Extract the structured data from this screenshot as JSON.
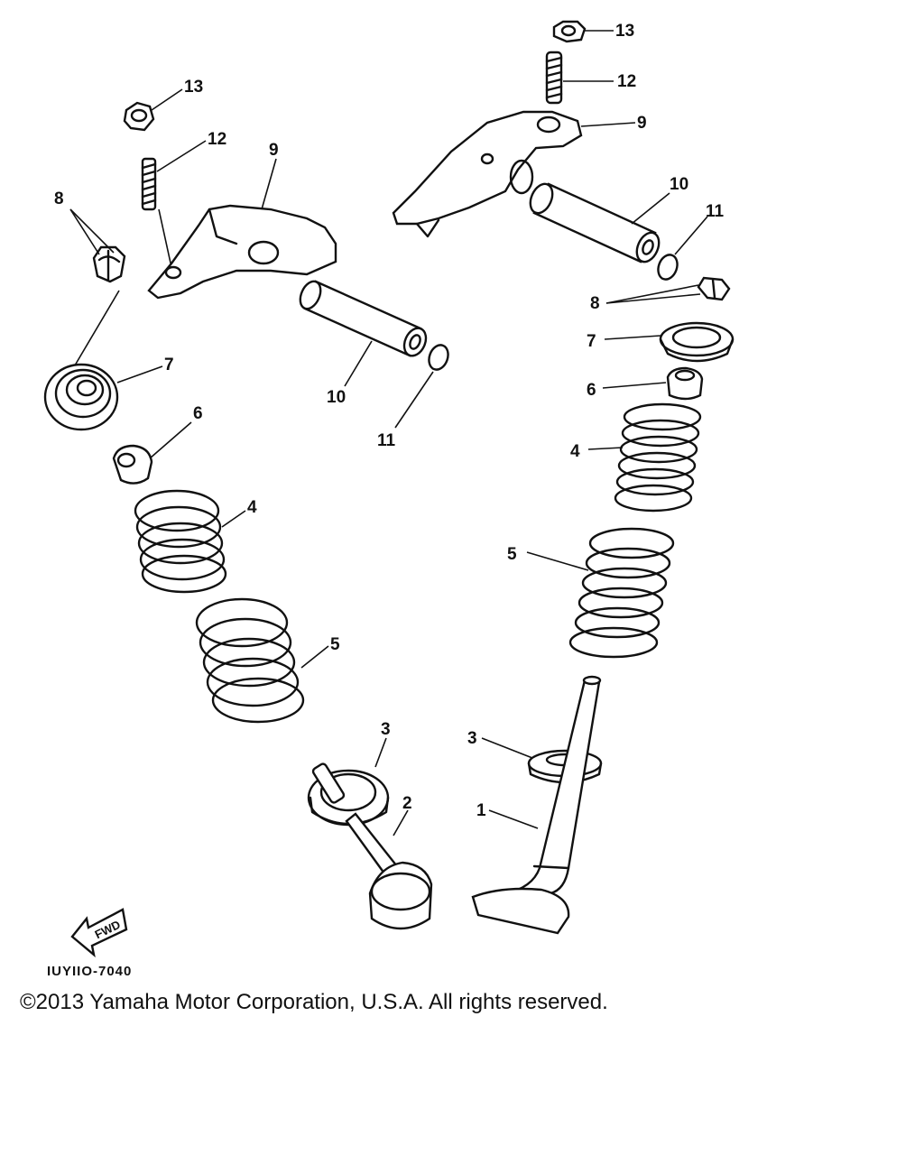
{
  "diagram": {
    "callouts": {
      "n1": "1",
      "n2": "2",
      "n3a": "3",
      "n3b": "3",
      "n4a": "4",
      "n4b": "4",
      "n5a": "5",
      "n5b": "5",
      "n6a": "6",
      "n6b": "6",
      "n7a": "7",
      "n7b": "7",
      "n8a": "8",
      "n8b": "8",
      "n9a": "9",
      "n9b": "9",
      "n10a": "10",
      "n10b": "10",
      "n11a": "11",
      "n11b": "11",
      "n12a": "12",
      "n12b": "12",
      "n13a": "13",
      "n13b": "13"
    },
    "fwd_label": "FWD",
    "diagram_code": "IUYIIO-7040"
  },
  "footer": {
    "copyright": "©2013 Yamaha Motor Corporation, U.S.A. All rights reserved."
  }
}
